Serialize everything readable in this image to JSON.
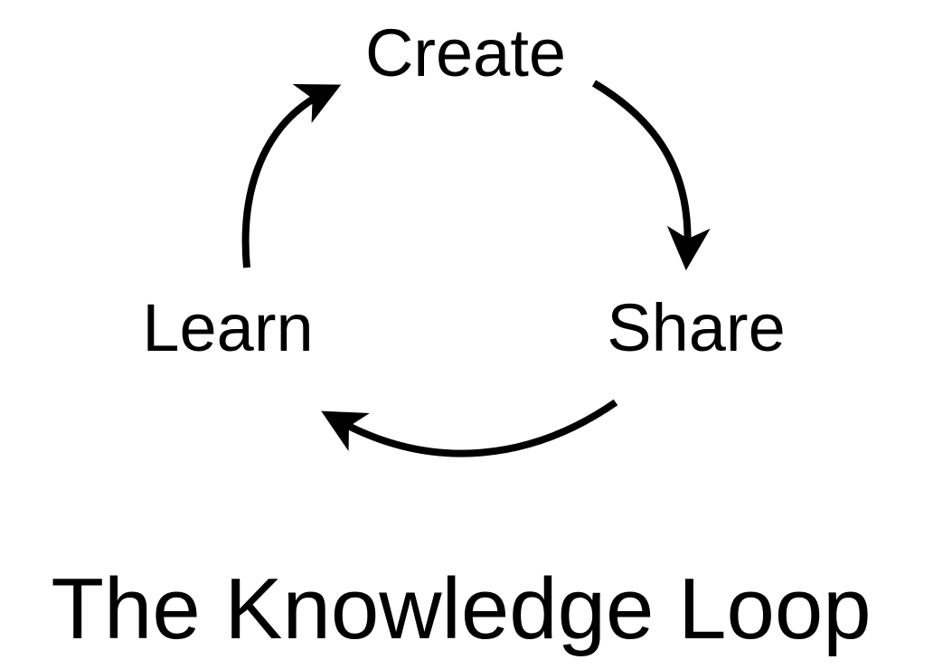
{
  "diagram": {
    "nodes": [
      {
        "id": "create",
        "label": "Create"
      },
      {
        "id": "share",
        "label": "Share"
      },
      {
        "id": "learn",
        "label": "Learn"
      }
    ],
    "edges": [
      {
        "from": "create",
        "to": "share"
      },
      {
        "from": "share",
        "to": "learn"
      },
      {
        "from": "learn",
        "to": "create"
      }
    ],
    "title": "The Knowledge Loop",
    "colors": {
      "ink": "#000000",
      "background": "#ffffff"
    }
  }
}
